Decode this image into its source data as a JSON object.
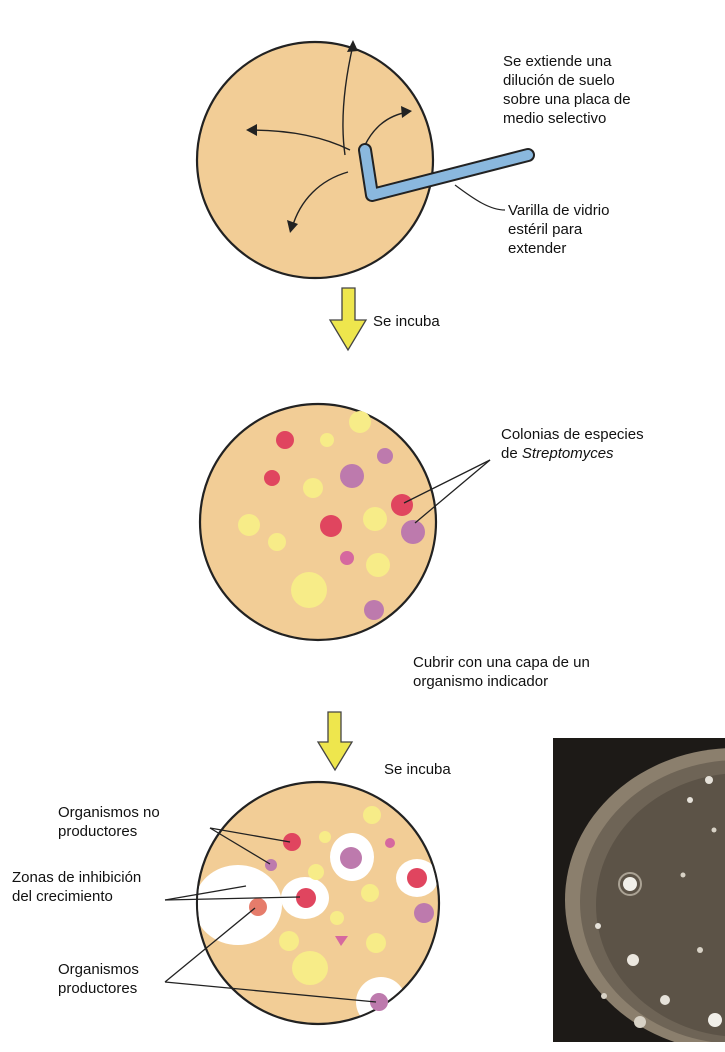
{
  "step1": {
    "label": [
      "Se extiende una",
      "dilución de suelo",
      "sobre una placa de",
      "medio selectivo"
    ],
    "rod_label": [
      "Varilla de vidrio",
      "estéril para",
      "extender"
    ],
    "arrow_label": "Se incuba"
  },
  "step2": {
    "colonies_label_1": "Colonias de especies",
    "colonies_label_2_prefix": "de ",
    "colonies_label_2_italic": "Streptomyces",
    "cover_label": [
      "Cubrir con una capa de un",
      "organismo indicador"
    ],
    "arrow_label": "Se incuba"
  },
  "step3": {
    "non_producers_label": [
      "Organismos no",
      "productores"
    ],
    "inhibition_label": [
      "Zonas de inhibición",
      "del crecimiento"
    ],
    "producers_label": [
      "Organismos",
      "productores"
    ]
  },
  "colors": {
    "medium": "#f2cd96",
    "plate_outline": "#222222",
    "rod": "#8ab8de",
    "arrow": "#eee64d",
    "colony_red": "#e0455f",
    "colony_purple": "#bd7aad",
    "colony_yellow": "#f7ec88",
    "colony_magenta": "#d6689f",
    "halo": "#ffffff"
  },
  "icons": [
    "glass-rod-icon",
    "down-arrow-icon",
    "petri-dish-icon",
    "photo-petri-dish"
  ]
}
